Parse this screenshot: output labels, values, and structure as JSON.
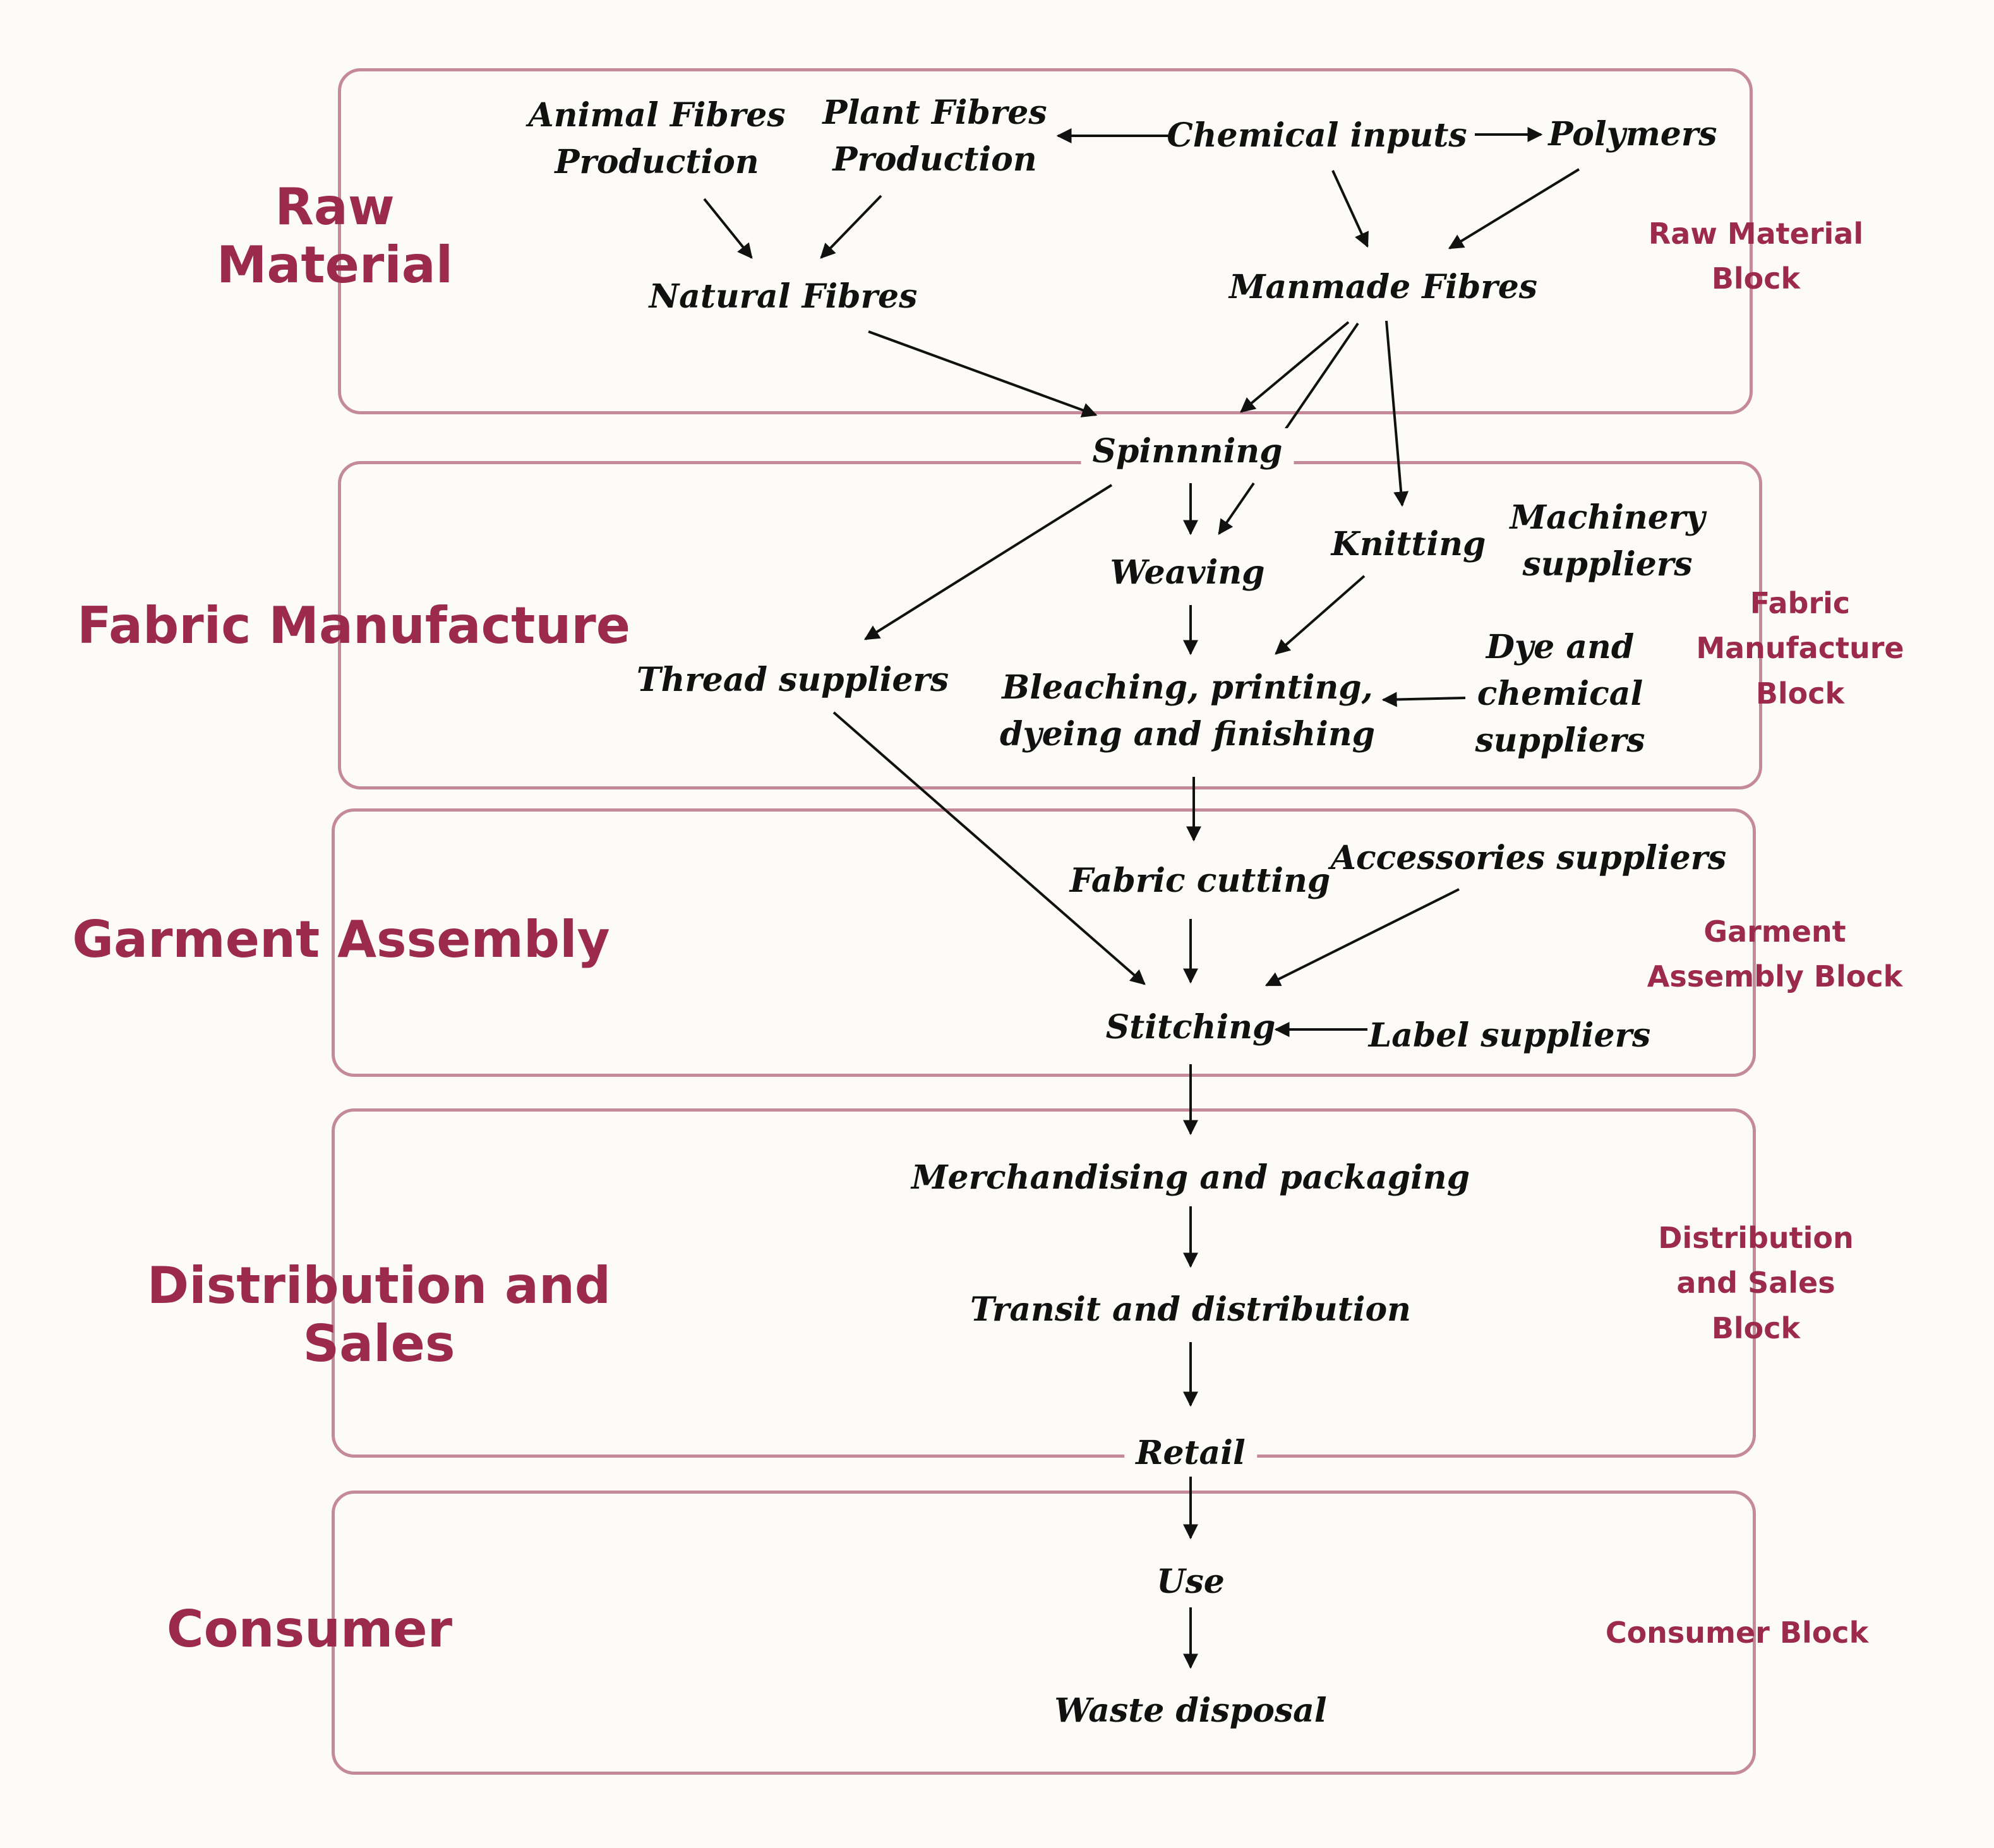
{
  "blocks": {
    "raw_material": {
      "title": [
        "Raw",
        "Material"
      ],
      "label": [
        "Raw Material",
        "Block"
      ]
    },
    "fabric_manufacture": {
      "title": [
        "Fabric Manufacture"
      ],
      "label": [
        "Fabric",
        "Manufacture",
        "Block"
      ]
    },
    "garment_assembly": {
      "title": [
        "Garment Assembly"
      ],
      "label": [
        "Garment",
        "Assembly Block"
      ]
    },
    "distribution_sales": {
      "title": [
        "Distribution and Sales"
      ],
      "label": [
        "Distribution",
        "and Sales",
        "Block"
      ]
    },
    "consumer": {
      "title": [
        "Consumer"
      ],
      "label": [
        "Consumer Block"
      ]
    }
  },
  "nodes": {
    "animal_fibres": [
      "Animal Fibres",
      "Production"
    ],
    "plant_fibres": [
      "Plant Fibres",
      "Production"
    ],
    "chemical_inputs": [
      "Chemical inputs"
    ],
    "polymers": [
      "Polymers"
    ],
    "natural_fibres": [
      "Natural Fibres"
    ],
    "manmade_fibres": [
      "Manmade Fibres"
    ],
    "spinning": [
      "Spinnning"
    ],
    "weaving": [
      "Weaving"
    ],
    "knitting": [
      "Knitting"
    ],
    "machinery_suppliers": [
      "Machinery",
      "suppliers"
    ],
    "thread_suppliers": [
      "Thread suppliers"
    ],
    "bleaching": [
      "Bleaching, printing,",
      "dyeing and finishing"
    ],
    "dye_suppliers": [
      "Dye and",
      "chemical",
      "suppliers"
    ],
    "fabric_cutting": [
      "Fabric cutting"
    ],
    "accessories_suppliers": [
      "Accessories suppliers"
    ],
    "stitching": [
      "Stitching"
    ],
    "label_suppliers": [
      "Label suppliers"
    ],
    "merchandising": [
      "Merchandising and packaging"
    ],
    "transit": [
      "Transit and distribution"
    ],
    "retail": [
      "Retail"
    ],
    "use": [
      "Use"
    ],
    "waste_disposal": [
      "Waste disposal"
    ]
  },
  "colors": {
    "accent": "#9b2a4e",
    "block_border": "#c48a9c",
    "text": "#111111",
    "background": "#fdfbf8"
  }
}
